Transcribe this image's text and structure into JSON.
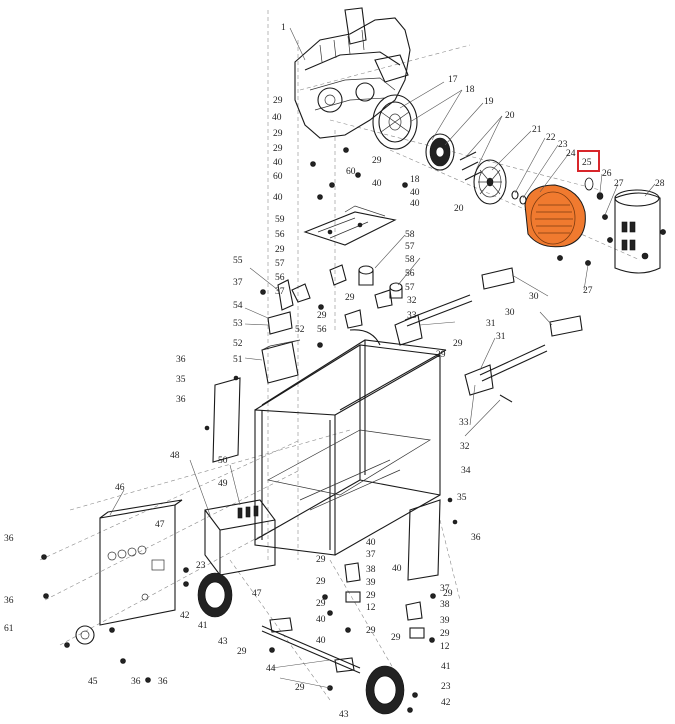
{
  "title": "Generator exploded parts diagram",
  "highlight": {
    "part_label": "25",
    "box_color": "#d8262b"
  },
  "colors": {
    "highlighted_part_fill": "#f07a2f",
    "line": "#1a1a1a"
  },
  "labels": {
    "l1": "1",
    "l17": "17",
    "l18a": "18",
    "l19": "19",
    "l20a": "20",
    "l21": "21",
    "l22": "22",
    "l23a": "23",
    "l24": "24",
    "l25": "25",
    "l26": "26",
    "l27a": "27",
    "l28": "28",
    "l27b": "27",
    "l29a": "29",
    "l40a": "40",
    "l29b": "29",
    "l29c": "29",
    "l40b": "40",
    "l60a": "60",
    "l40c": "40",
    "l29d": "29",
    "l60b": "60",
    "l40d": "40",
    "l18b": "18",
    "l40e": "40",
    "l40f": "40",
    "l20b": "20",
    "l59": "59",
    "l56a": "56",
    "l29e": "29",
    "l57a": "57",
    "l58a": "58",
    "l57b": "57",
    "l58b": "58",
    "l56b": "56",
    "l57c": "57",
    "l56c": "56",
    "l37a": "37",
    "l29f": "29",
    "l55": "55",
    "l37b": "37",
    "l54": "54",
    "l53": "53",
    "l52a": "52",
    "l52b": "52",
    "l51": "51",
    "l29g": "29",
    "l56d": "56",
    "l32a": "32",
    "l33a": "33",
    "l29h": "29",
    "l30a": "30",
    "l31a": "31",
    "l30b": "30",
    "l31b": "31",
    "l29i": "29",
    "l33b": "33",
    "l32b": "32",
    "l34": "34",
    "l36a": "36",
    "l35a": "35",
    "l36b": "36",
    "l48": "48",
    "l50": "50",
    "l49": "49",
    "l46": "46",
    "l47a": "47",
    "l35b": "35",
    "l36c": "36",
    "l36d": "36",
    "l36e": "36",
    "l61": "61",
    "l45": "45",
    "l36f": "36",
    "l36g": "36",
    "l23b": "23",
    "l42a": "42",
    "l41a": "41",
    "l43a": "43",
    "l47b": "47",
    "l29j": "29",
    "l40g": "40",
    "l37c": "37",
    "l38a": "38",
    "l39a": "39",
    "l29k": "29",
    "l12a": "12",
    "l29l": "29",
    "l29m": "29",
    "l40h": "40",
    "l29n": "29",
    "l40i": "40",
    "l37d": "37",
    "l38b": "38",
    "l39b": "39",
    "l29o": "29",
    "l12b": "12",
    "l29p": "29",
    "l29q": "29",
    "l44": "44",
    "l41b": "41",
    "l23c": "23",
    "l42b": "42",
    "l29r": "29",
    "l43b": "43",
    "l40j": "40",
    "l29s": "29"
  }
}
